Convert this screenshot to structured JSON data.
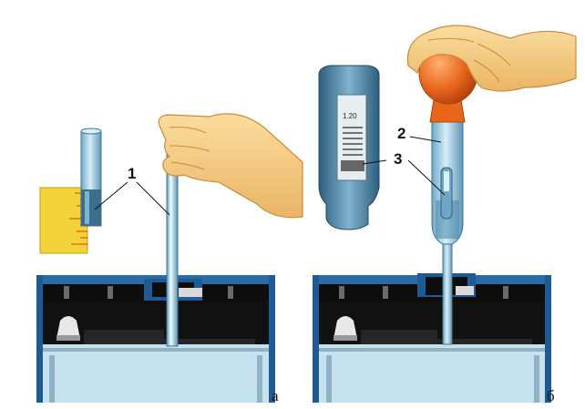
{
  "panels": {
    "left": {
      "letter": "а"
    },
    "right": {
      "letter": "б"
    }
  },
  "callouts": [
    "1",
    "2",
    "3"
  ],
  "hydrometer_scale": {
    "reading": "1.20"
  },
  "colors": {
    "battery_blue": "#1e5a93",
    "battery_black": "#0d0d0d",
    "electrolyte": "#c7e2ef",
    "glass": "#9ecbe0",
    "skin": "#f4c982",
    "bulb_orange": "#e86a1e",
    "ruler_yellow": "#f4d23a"
  },
  "icons": [
    "hand-icon",
    "ruler-icon",
    "glass-tube-icon",
    "hydrometer-icon",
    "battery-icon"
  ]
}
